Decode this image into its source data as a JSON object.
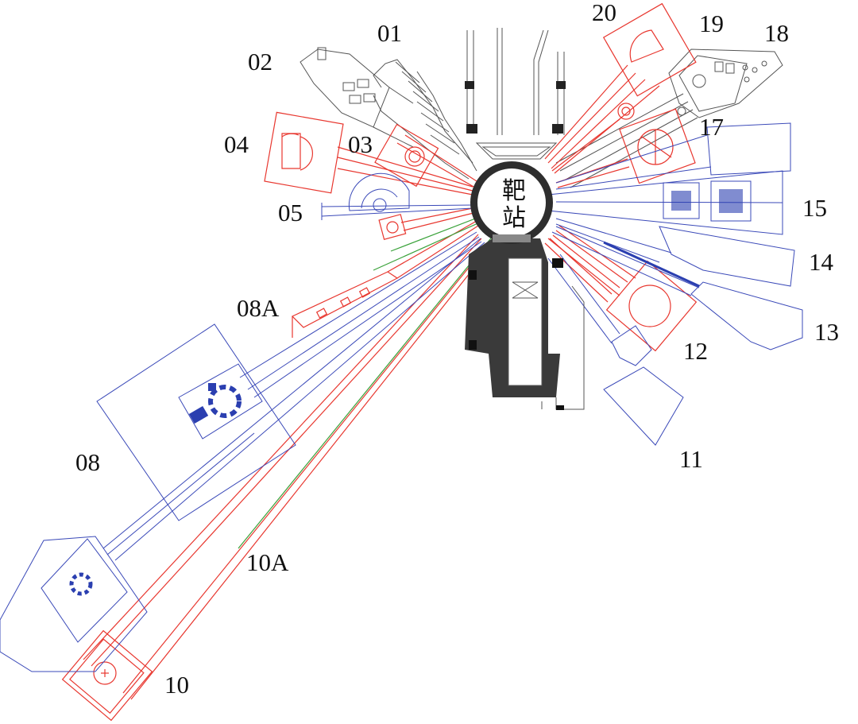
{
  "center_label_line1": "靶",
  "center_label_line2": "站",
  "beamline_labels": {
    "b01": "01",
    "b02": "02",
    "b03": "03",
    "b04": "04",
    "b05": "05",
    "b08": "08",
    "b08A": "08A",
    "b10": "10",
    "b10A": "10A",
    "b11": "11",
    "b12": "12",
    "b13": "13",
    "b14": "14",
    "b15": "15",
    "b17": "17",
    "b18": "18",
    "b19": "19",
    "b20": "20"
  },
  "colors": {
    "red_lines": "#e8372f",
    "blue_lines": "#3a49b8",
    "gray_lines": "#555555",
    "green_lines": "#3aa23a",
    "shield_fill": "#3a3a3a"
  }
}
